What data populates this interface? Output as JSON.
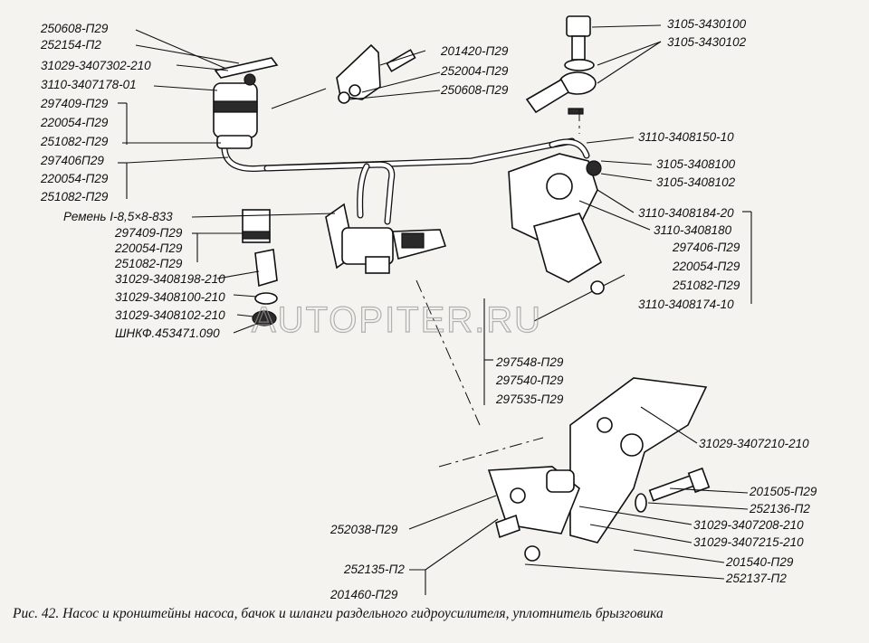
{
  "labels_left": [
    "250608-П29",
    "252154-П2",
    "31029-3407302-210",
    "3110-3407178-01",
    "297409-П29",
    "220054-П29",
    "251082-П29",
    "297406П29",
    "220054-П29",
    "251082-П29",
    "Ремень I-8,5×8-833",
    "297409-П29",
    "220054-П29",
    "251082-П29",
    "31029-3408198-210",
    "31029-3408100-210",
    "31029-3408102-210",
    "ШНКФ.453471.090"
  ],
  "labels_top_mid": [
    "201420-П29",
    "252004-П29",
    "250608-П29"
  ],
  "labels_right": [
    "3105-3430100",
    "3105-3430102",
    "3110-3408150-10",
    "3105-3408100",
    "3105-3408102",
    "3110-3408184-20",
    "3110-3408180",
    "297406-П29",
    "220054-П29",
    "251082-П29",
    "3110-3408174-10"
  ],
  "labels_center": [
    "297548-П29",
    "297540-П29",
    "297535-П29"
  ],
  "labels_bracket": [
    "31029-3407210-210",
    "201505-П29",
    "252136-П2",
    "31029-3407208-210",
    "31029-3407215-210",
    "201540-П29",
    "252137-П2"
  ],
  "labels_bottom_left": [
    "252038-П29",
    "252135-П2",
    "201460-П29"
  ],
  "watermark": "AUTOPITER.RU",
  "caption": "Рис. 42. Насос и кронштейны насоса, бачок и шланги раздельного гидроусилителя, уплотнитель брызговика"
}
